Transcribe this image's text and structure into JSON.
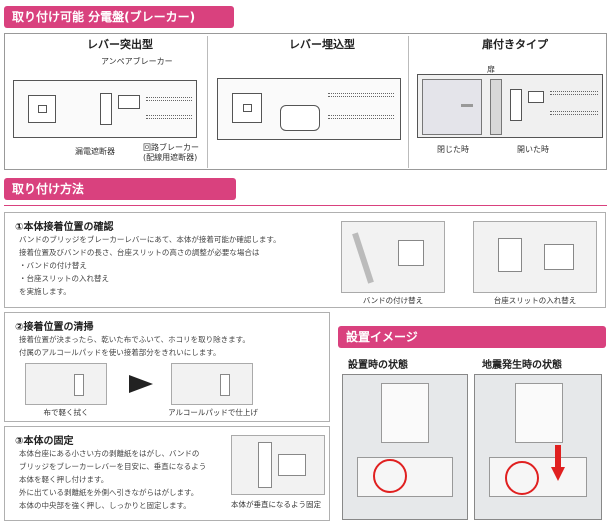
{
  "sections": {
    "mount_title": "取り付け可能 分電盤(ブレーカー)",
    "method_title": "取り付け方法",
    "image_title": "設置イメージ"
  },
  "types": [
    {
      "title": "レバー突出型"
    },
    {
      "title": "レバー埋込型"
    },
    {
      "title": "扉付きタイプ"
    }
  ],
  "labels": {
    "ampere": "アンペアブレーカー",
    "leak": "漏電遮断器",
    "circuit_line1": "回路ブレーカー",
    "circuit_line2": "(配線用遮断器)",
    "door": "扉",
    "closed": "閉じた時",
    "opened": "開いた時"
  },
  "step1": {
    "title": "①本体接着位置の確認",
    "lines": [
      "バンドのブリッジをブレーカーレバーにあて、本体が接着可能か確認します。",
      "接着位置及びバンドの長さ、台座スリットの高さの調整が必要な場合は",
      "・バンドの付け替え",
      "・台座スリットの入れ替え",
      "を実施します。"
    ],
    "cap1": "バンドの付け替え",
    "cap2": "台座スリットの入れ替え"
  },
  "step2": {
    "title": "②接着位置の清掃",
    "lines": [
      "接着位置が決まったら、乾いた布でふいて、ホコリを取り除きます。",
      "付属のアルコールパッドを使い接着部分をきれいにします。"
    ],
    "cap1": "布で軽く拭く",
    "cap2": "アルコールパッドで仕上げ"
  },
  "step3": {
    "title": "③本体の固定",
    "lines": [
      "本体台座にある小さい方の剥離紙をはがし、バンドの",
      "ブリッジをブレーカーレバーを目安に、垂直になるよう",
      "本体を軽く押し付けます。",
      "外に出ている剥離紙を外側へ引きながらはがします。",
      "本体の中央部を強く押し、しっかりと固定します。"
    ],
    "cap": "本体が垂直になるよう固定"
  },
  "image": {
    "normal": "設置時の状態",
    "quake": "地震発生時の状態"
  },
  "colors": {
    "accent": "#d9417e",
    "alert": "#e02020"
  }
}
